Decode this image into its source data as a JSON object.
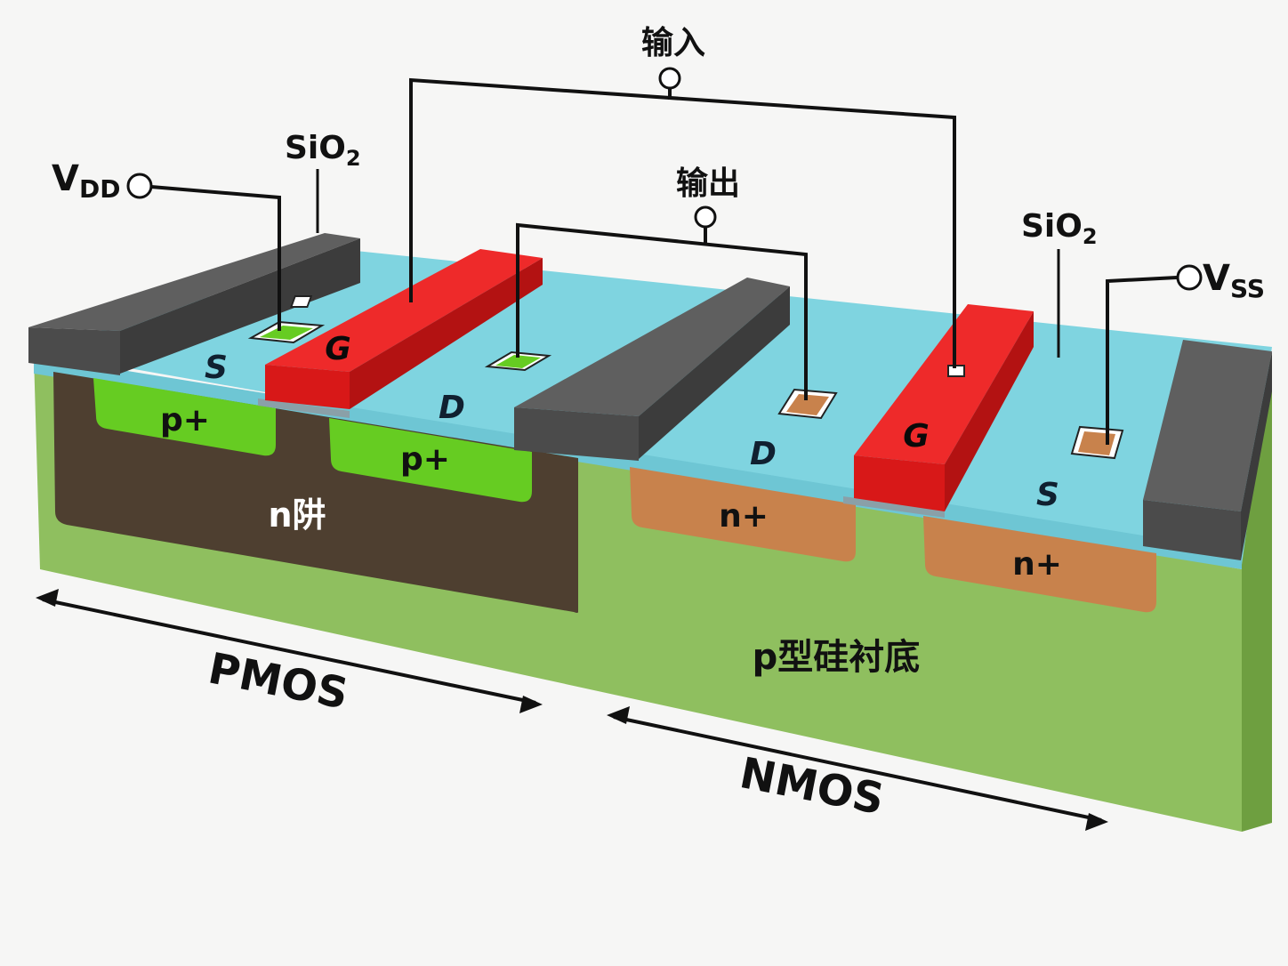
{
  "colors": {
    "substrate": "#8fbf5f",
    "substrate_side": "#79ab4b",
    "nwell": "#4e3f30",
    "p_plus": "#66cc22",
    "n_plus": "#c8824c",
    "oxide": "#7fd4e0",
    "field_oxide": "#4b4b4b",
    "gate": "#dd1a1a",
    "wire": "#111111"
  },
  "labels": {
    "input": "输入",
    "output": "输出",
    "vdd_main": "V",
    "vdd_sub": "DD",
    "vss_main": "V",
    "vss_sub": "SS",
    "sio2_left_main": "SiO",
    "sio2_left_sub": "2",
    "sio2_right_main": "SiO",
    "sio2_right_sub": "2",
    "pmos_source": "S",
    "pmos_gate": "G",
    "pmos_drain": "D",
    "nmos_drain": "D",
    "nmos_gate": "G",
    "nmos_source": "S",
    "p_plus_left": "p+",
    "p_plus_right": "p+",
    "n_plus_left": "n+",
    "n_plus_right": "n+",
    "n_well": "n阱",
    "substrate": "p型硅衬底",
    "pmos": "PMOS",
    "nmos": "NMOS"
  }
}
